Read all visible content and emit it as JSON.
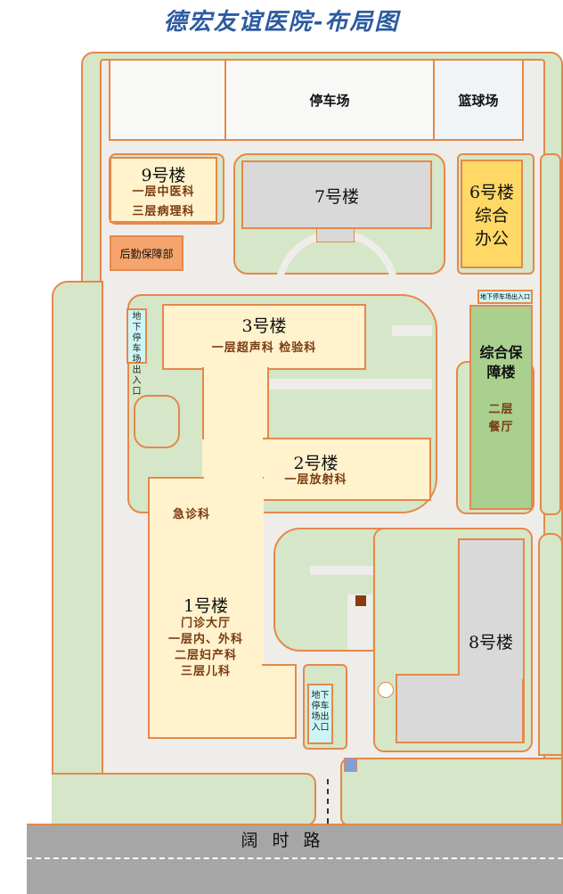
{
  "title": "德宏友谊医院-布局图",
  "colors": {
    "title": "#2c5aa0",
    "border": "#e5884a",
    "lawn": "#d6e6c8",
    "building": "#fff2cc",
    "grey_building": "#d9d9d9",
    "office": "#ffd866",
    "support": "#a9d08e",
    "logistics": "#f4a46c",
    "road": "#a6a6a6",
    "underground": "#ccf5f5"
  },
  "areas": {
    "parking": "停车场",
    "basketball": "篮球场"
  },
  "buildings": {
    "b9": {
      "name": "9号楼",
      "floors": [
        "一层中医科",
        "三层病理科"
      ]
    },
    "logistics": {
      "name": "后勤保障部"
    },
    "b7": {
      "name": "7号楼"
    },
    "b6": {
      "name": "6号楼",
      "lines": [
        "综合",
        "办公"
      ]
    },
    "b3": {
      "name": "3号楼",
      "floors": [
        "一层超声科 检验科"
      ]
    },
    "b2": {
      "name": "2号楼",
      "floors": [
        "一层放射科"
      ]
    },
    "emergency": "急诊科",
    "b1": {
      "name": "1号楼",
      "floors": [
        "门诊大厅",
        "一层内、外科",
        "二层妇产科",
        "三层儿科"
      ]
    },
    "support": {
      "lines": [
        "综合保",
        "障楼"
      ],
      "floors": [
        "二层",
        "餐厅"
      ]
    },
    "b8": {
      "name": "8号楼"
    }
  },
  "underground": {
    "top_right": "地下停车场出入口",
    "left": [
      "地下",
      "停车",
      "场出",
      "入口"
    ],
    "bottom": [
      "地下",
      "停车",
      "场出",
      "入口"
    ]
  },
  "road": "阔 时 路"
}
